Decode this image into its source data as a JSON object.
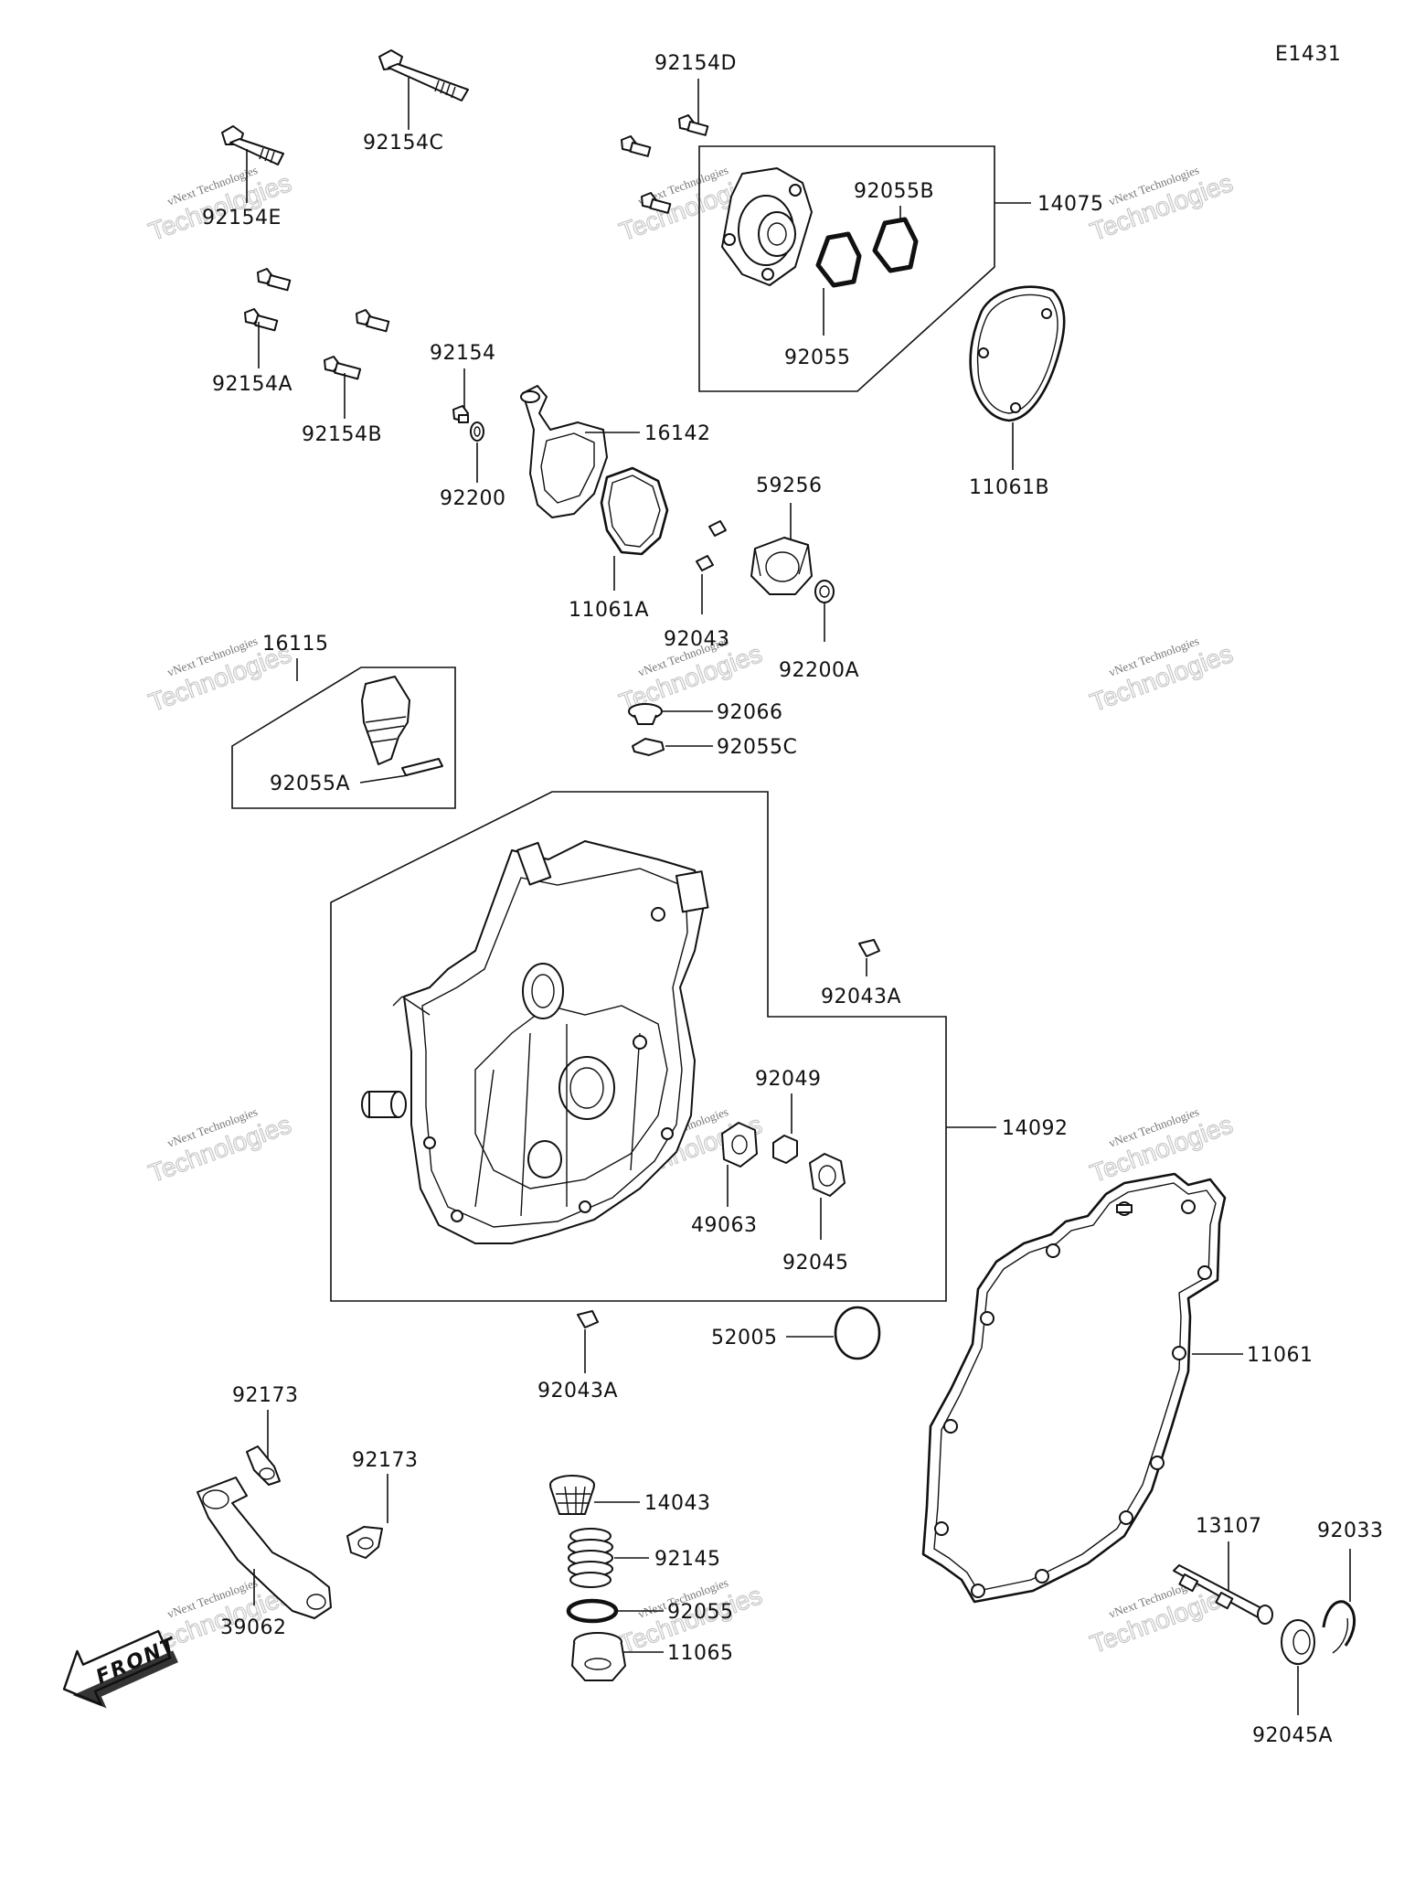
{
  "diagram_code": "E1431",
  "labels": {
    "p92154D": "92154D",
    "p92154C": "92154C",
    "p92154E": "92154E",
    "p92154A": "92154A",
    "p92154B": "92154B",
    "p92154": "92154",
    "p92200": "92200",
    "p92055B": "92055B",
    "p14075": "14075",
    "p92055": "92055",
    "p11061B": "11061B",
    "p16142": "16142",
    "p11061A": "11061A",
    "p59256": "59256",
    "p92043": "92043",
    "p92200A": "92200A",
    "p16115": "16115",
    "p92055A": "92055A",
    "p92066": "92066",
    "p92055C": "92055C",
    "p92043A_top": "92043A",
    "p92049": "92049",
    "p14092": "14092",
    "p49063": "49063",
    "p92045": "92045",
    "p52005": "52005",
    "p92043A_bottom": "92043A",
    "p11061": "11061",
    "p92173_a": "92173",
    "p92173_b": "92173",
    "p14043": "14043",
    "p92145": "92145",
    "p92055_b": "92055",
    "p11065": "11065",
    "p39062": "39062",
    "p13107": "13107",
    "p92033": "92033",
    "p92045A": "92045A"
  },
  "front_arrow": "FRONT",
  "watermark": {
    "line1": "vNext Technologies",
    "line2": "Technologies"
  }
}
